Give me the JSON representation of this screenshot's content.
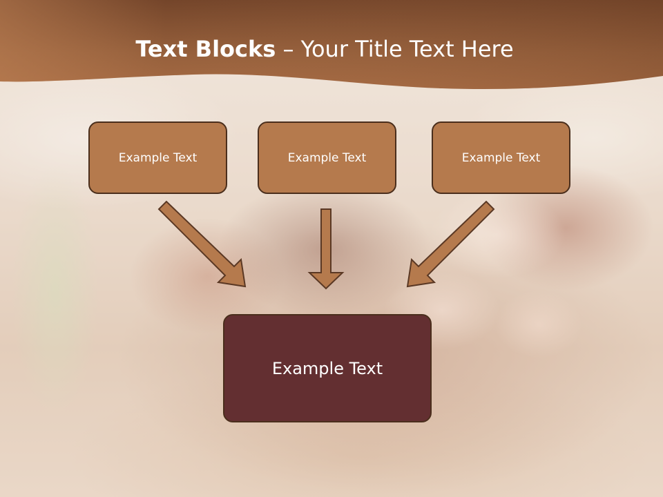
{
  "slide": {
    "title_bold": "Text Blocks",
    "title_separator": " – ",
    "title_rest": "Your Title Text Here",
    "blocks": [
      {
        "label": "Example Text"
      },
      {
        "label": "Example Text"
      },
      {
        "label": "Example Text"
      }
    ],
    "main_block": {
      "label": "Example Text"
    }
  },
  "colors": {
    "banner": "#8f5a38",
    "block_fill": "#b57a4d",
    "block_border": "#4a2e1c",
    "main_block_fill": "#632f31",
    "arrow_fill": "#b57a4d",
    "text": "#ffffff"
  }
}
